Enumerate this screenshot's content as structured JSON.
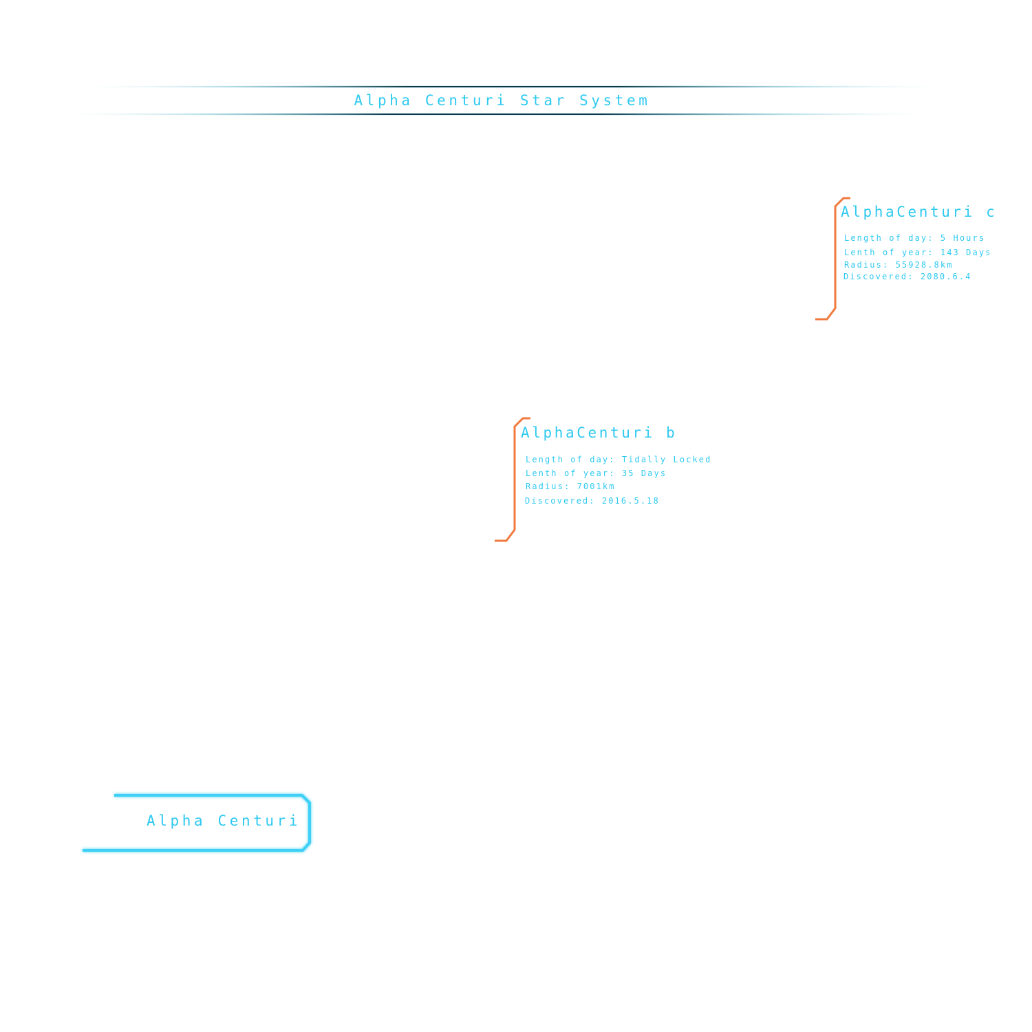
{
  "colors": {
    "text_cyan": "#2ec9f0",
    "accent_orange": "#f07a3e",
    "frame_cyan": "#3fd0f5",
    "banner_dark": "#0d3a48",
    "banner_glow": "#7fc6d6"
  },
  "header": {
    "title": "Alpha Centuri Star System"
  },
  "planets": [
    {
      "name": "AlphaCenturi c",
      "stats": [
        "Length of day: 5 Hours",
        "Lenth of year: 143 Days",
        "Radius: 55928.8km",
        "Discovered: 2080.6.4"
      ]
    },
    {
      "name": "AlphaCenturi b",
      "stats": [
        "Length of day: Tidally Locked",
        "Lenth of year: 35 Days",
        "Radius: 7001km",
        "Discovered: 2016.5.18"
      ]
    }
  ],
  "star": {
    "name": "Alpha Centuri"
  }
}
